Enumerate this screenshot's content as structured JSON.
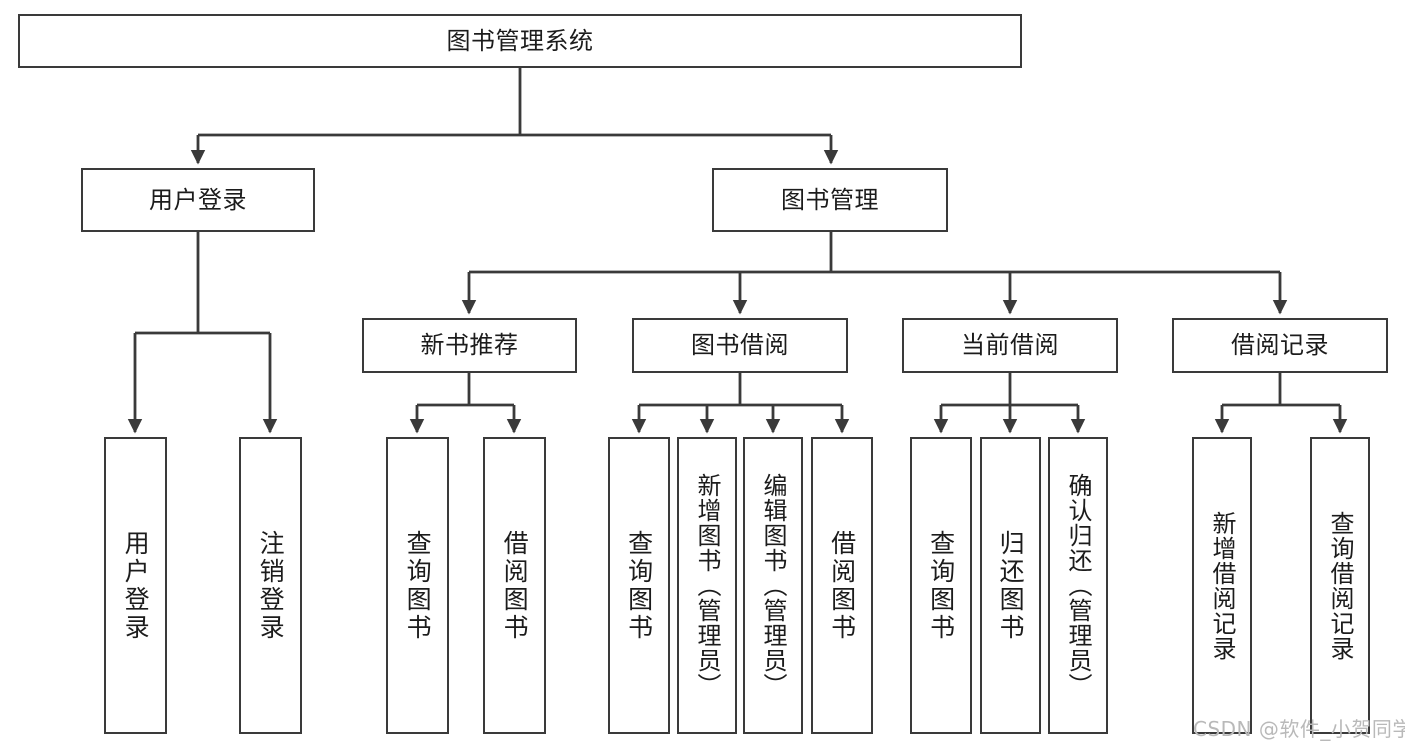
{
  "diagram": {
    "title": "图书管理系统",
    "type": "hierarchy-tree",
    "watermark": "CSDN @软件_小贺同学",
    "colors": {
      "stroke": "#3a3a3a",
      "fill": "#ffffff",
      "text": "#1c1c1c",
      "watermark": "#b9b9b9"
    },
    "root": {
      "label": "图书管理系统"
    },
    "level2": [
      {
        "label": "用户登录"
      },
      {
        "label": "图书管理"
      }
    ],
    "level3": [
      {
        "label": "新书推荐"
      },
      {
        "label": "图书借阅"
      },
      {
        "label": "当前借阅"
      },
      {
        "label": "借阅记录"
      }
    ],
    "leaves": {
      "user_login": [
        {
          "label": "用户登录"
        },
        {
          "label": "注销登录"
        }
      ],
      "new_book_recommend": [
        {
          "label": "查询图书"
        },
        {
          "label": "借阅图书"
        }
      ],
      "book_borrow": [
        {
          "label": "查询图书"
        },
        {
          "label": "新增图书（管理员）"
        },
        {
          "label": "编辑图书（管理员）"
        },
        {
          "label": "借阅图书"
        }
      ],
      "current_borrow": [
        {
          "label": "查询图书"
        },
        {
          "label": "归还图书"
        },
        {
          "label": "确认归还（管理员）"
        }
      ],
      "borrow_record": [
        {
          "label": "新增借阅记录"
        },
        {
          "label": "查询借阅记录"
        }
      ]
    }
  }
}
